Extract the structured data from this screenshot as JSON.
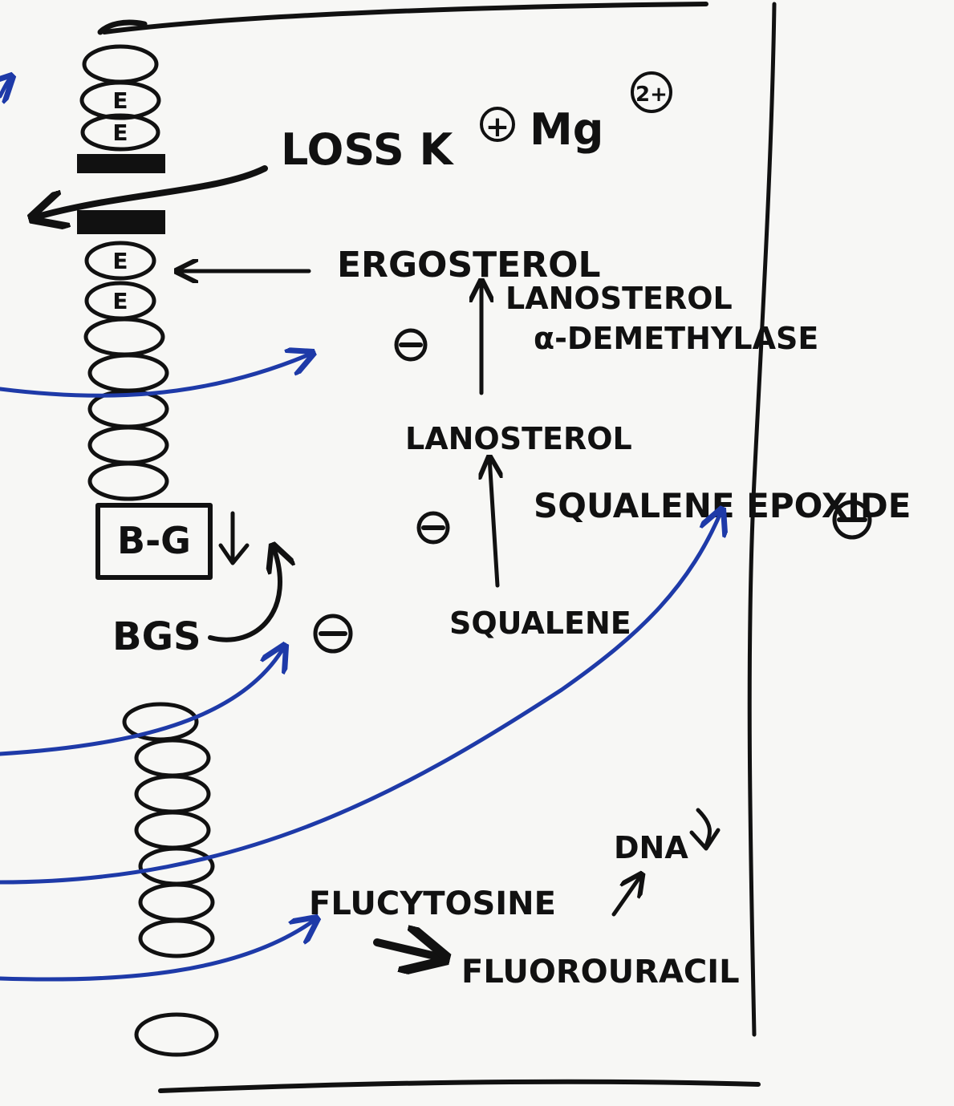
{
  "labels": {
    "loss": "LOSS K",
    "plus_sign": "+",
    "mg": "Mg",
    "mg_charge": "2+",
    "ergosterol": "ERGOSTEROL",
    "lanosterol_enzyme_line1": "LANOSTEROL",
    "lanosterol_enzyme_line2": "α-DEMETHYLASE",
    "lanosterol": "LANOSTEROL",
    "squalene_epoxide": "SQUALENE EPOXIDE",
    "squalene": "SQUALENE",
    "bg_box": "B-G",
    "bgs": "BGS",
    "minus": "−",
    "flucytosine": "FLUCYTOSINE",
    "fluorouracil": "FLUOROURACIL",
    "dna": "DNA",
    "ergosterol_marker": "E"
  },
  "colors": {
    "ink": "#111111",
    "drug_arrows": "#1e3aa8",
    "paper": "#f7f7f5"
  }
}
